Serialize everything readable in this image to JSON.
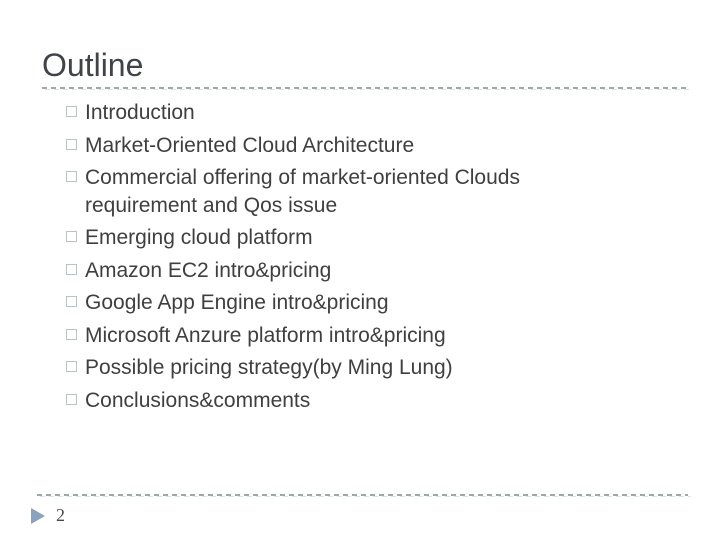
{
  "slide": {
    "title": "Outline",
    "page_number": "2",
    "items": [
      "Introduction",
      "Market-Oriented Cloud Architecture",
      "Commercial offering of market-oriented Clouds requirement and Qos issue",
      "Emerging cloud platform",
      "Amazon EC2 intro&pricing",
      "Google App Engine intro&pricing",
      "Microsoft Anzure platform intro&pricing",
      "Possible pricing strategy(by Ming Lung)",
      "Conclusions&comments"
    ],
    "icons": {
      "bullet": "square-outline-bullet",
      "footer": "right-pointing-triangle"
    },
    "colors": {
      "background": "#ffffff",
      "title_text": "#404347",
      "body_text": "#3f3f3f",
      "bullet_border": "#b9c3c1",
      "divider_dash": "#9ea8a6",
      "footer_triangle": "#8aa2bd",
      "page_number_text": "#4a4a4a"
    }
  }
}
